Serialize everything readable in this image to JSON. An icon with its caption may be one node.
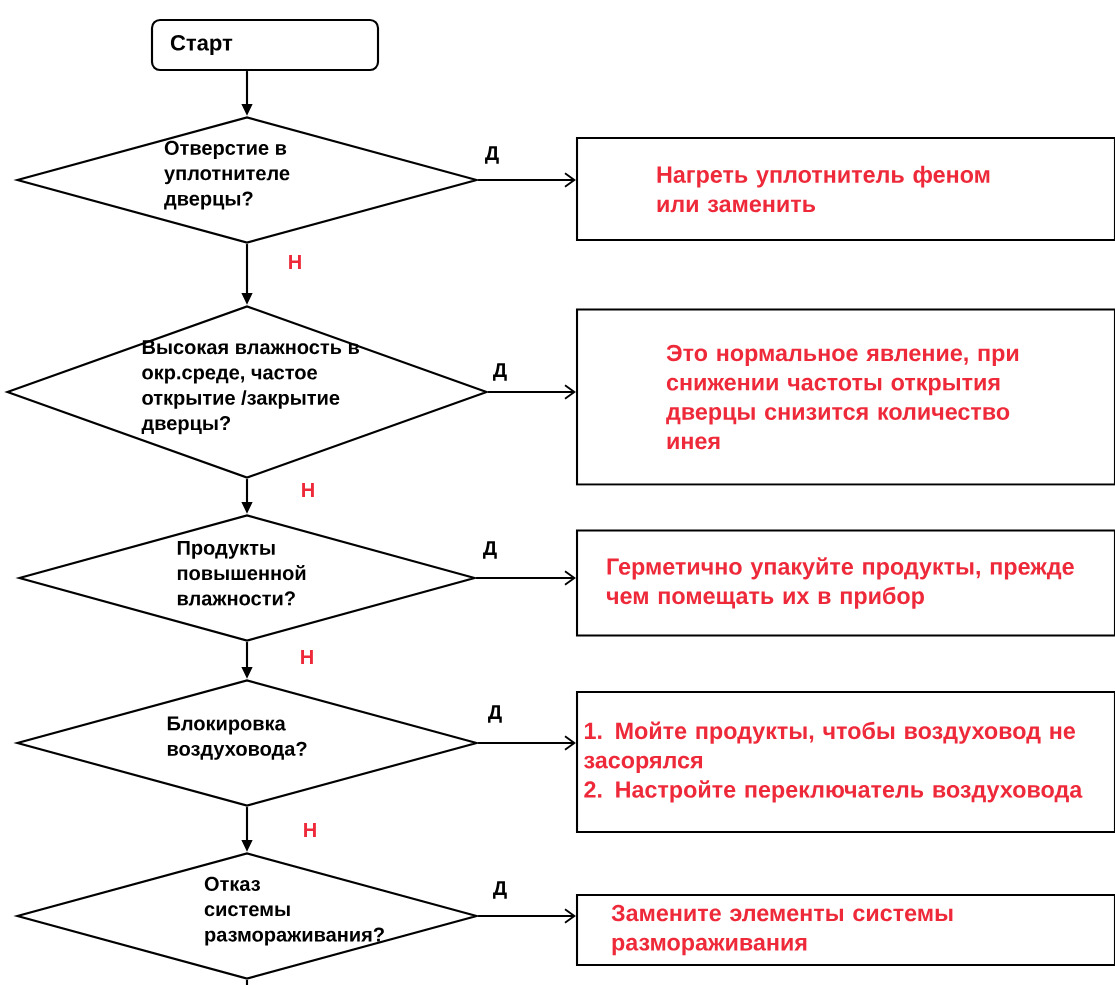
{
  "diagram": {
    "nodes": [
      {
        "text": [
          "Старт"
        ]
      },
      {
        "text": [
          "Отверстие в уплотнителе дверцы?"
        ]
      },
      {
        "text": [
          "Нагреть уплотнитель феном или заменить"
        ]
      },
      {
        "text": [
          "Высокая влажность в окр.среде, частое открытие /закрытие дверцы?"
        ]
      },
      {
        "text": [
          "Это нормальное явление, при снижении частоты открытия дверцы снизится количество инея"
        ]
      },
      {
        "text": [
          "Продукты повышенной влажности?"
        ]
      },
      {
        "text": [
          "Герметично упакуйте продукты, прежде чем помещать их в прибор"
        ]
      },
      {
        "text": [
          "Блокировка воздуховода?"
        ]
      },
      {
        "text": [
          "1. Мойте продукты, чтобы воздуховод не засорялся",
          "2. Настройте переключатель воздуховода"
        ]
      },
      {
        "text": [
          "Отказ системы размораживания?"
        ]
      },
      {
        "text": [
          "Замените элементы системы размораживания"
        ]
      }
    ],
    "edges": [
      {
        "from": 0,
        "to": 1,
        "arrow": "to"
      },
      {
        "from": 1,
        "to": 2,
        "arrow": "to",
        "label": "Д"
      },
      {
        "from": 1,
        "to": 3,
        "arrow": "to",
        "label": "Н"
      },
      {
        "from": 3,
        "to": 4,
        "arrow": "to",
        "label": "Д"
      },
      {
        "from": 3,
        "to": 5,
        "arrow": "to",
        "label": "Н"
      },
      {
        "from": 5,
        "to": 6,
        "arrow": "to",
        "label": "Д"
      },
      {
        "from": 5,
        "to": 7,
        "arrow": "to",
        "label": "Н"
      },
      {
        "from": 7,
        "to": 8,
        "arrow": "to",
        "label": "Д"
      },
      {
        "from": 7,
        "to": 9,
        "arrow": "to",
        "label": "Н"
      },
      {
        "from": 9,
        "to": 10,
        "arrow": "to",
        "label": "Д"
      },
      {
        "from": 9,
        "to": null,
        "arrow": "none"
      }
    ]
  }
}
